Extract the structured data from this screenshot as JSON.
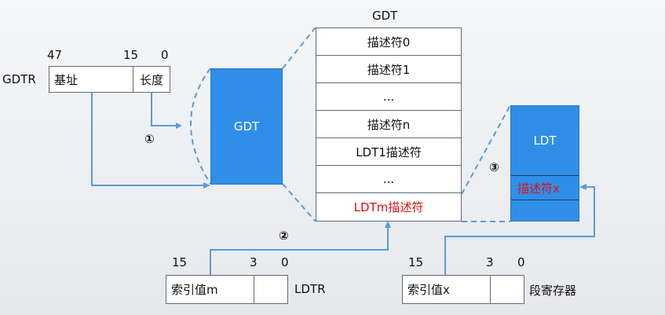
{
  "gdtr": {
    "label": "GDTR",
    "bit_hi": "47",
    "bit_mid": "15",
    "bit_lo": "0",
    "base": "基址",
    "limit": "长度"
  },
  "gdt_block": {
    "label": "GDT"
  },
  "gdt_table": {
    "title": "GDT",
    "rows": [
      "描述符0",
      "描述符1",
      "...",
      "描述符n",
      "LDT1描述符",
      "...",
      "LDTm描述符"
    ]
  },
  "ldt_block": {
    "label": "LDT",
    "entry": "描述符x"
  },
  "ldtr": {
    "label": "LDTR",
    "bit_hi": "15",
    "bit_mid": "3",
    "bit_lo": "0",
    "index": "索引值m"
  },
  "seg_reg": {
    "label": "段寄存器",
    "bit_hi": "15",
    "bit_mid": "3",
    "bit_lo": "0",
    "index": "索引值x"
  },
  "steps": {
    "one": "①",
    "two": "②",
    "three": "③"
  },
  "colors": {
    "block_blue": "#2f8fe8",
    "line_blue": "#5b9bd5",
    "highlight_red": "#e01010"
  }
}
